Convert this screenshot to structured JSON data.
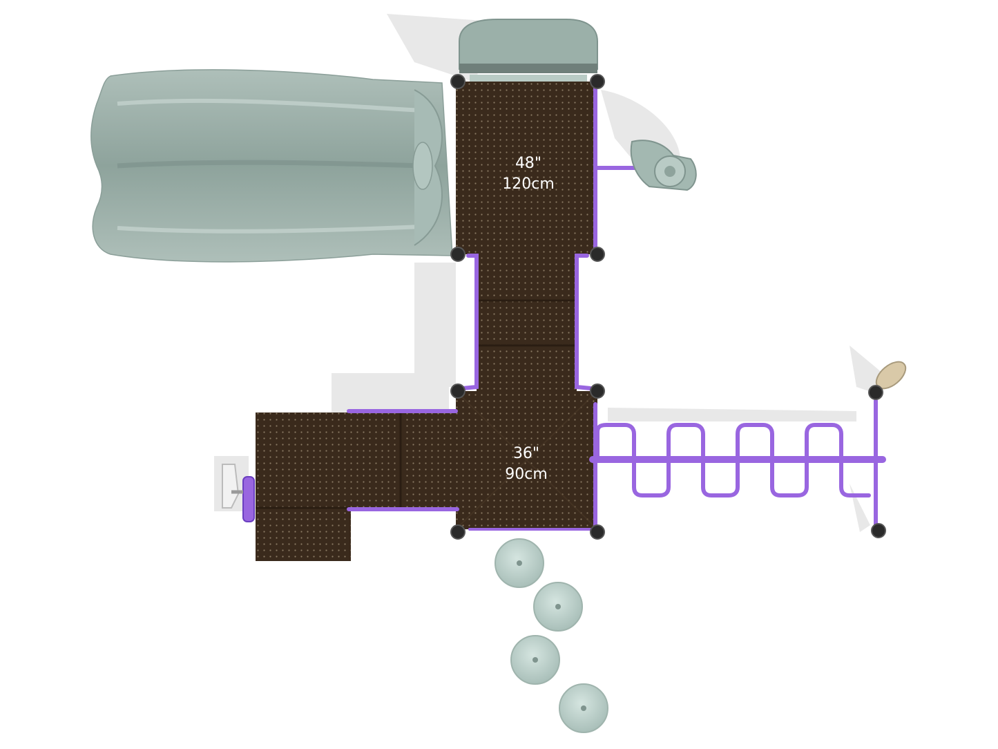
{
  "diagram": {
    "colors": {
      "deck": "#3a2a1c",
      "deck_dots": "#7a6a55",
      "rail": "#9966e0",
      "rail_dark": "#6a3fc0",
      "slide": "#9fb4ad",
      "slide_dark": "#7f948e",
      "post": "#2a2a2a",
      "shadow": "#e6e6e6",
      "stepper": "#b8cfc9",
      "wheel": "#d9c9a8"
    },
    "decks": [
      {
        "id": "upper",
        "height_in": "48\"",
        "height_cm": "120cm"
      },
      {
        "id": "lower",
        "height_in": "36\"",
        "height_cm": "90cm"
      }
    ],
    "steppers": [
      "stepper-1",
      "stepper-2",
      "stepper-3",
      "stepper-4"
    ],
    "components": [
      "double-wave-slide",
      "roof-canopy",
      "spinner-panel",
      "ring-climber",
      "steering-wheel",
      "transfer-deck",
      "entry-steps",
      "tic-tac-panel"
    ]
  }
}
